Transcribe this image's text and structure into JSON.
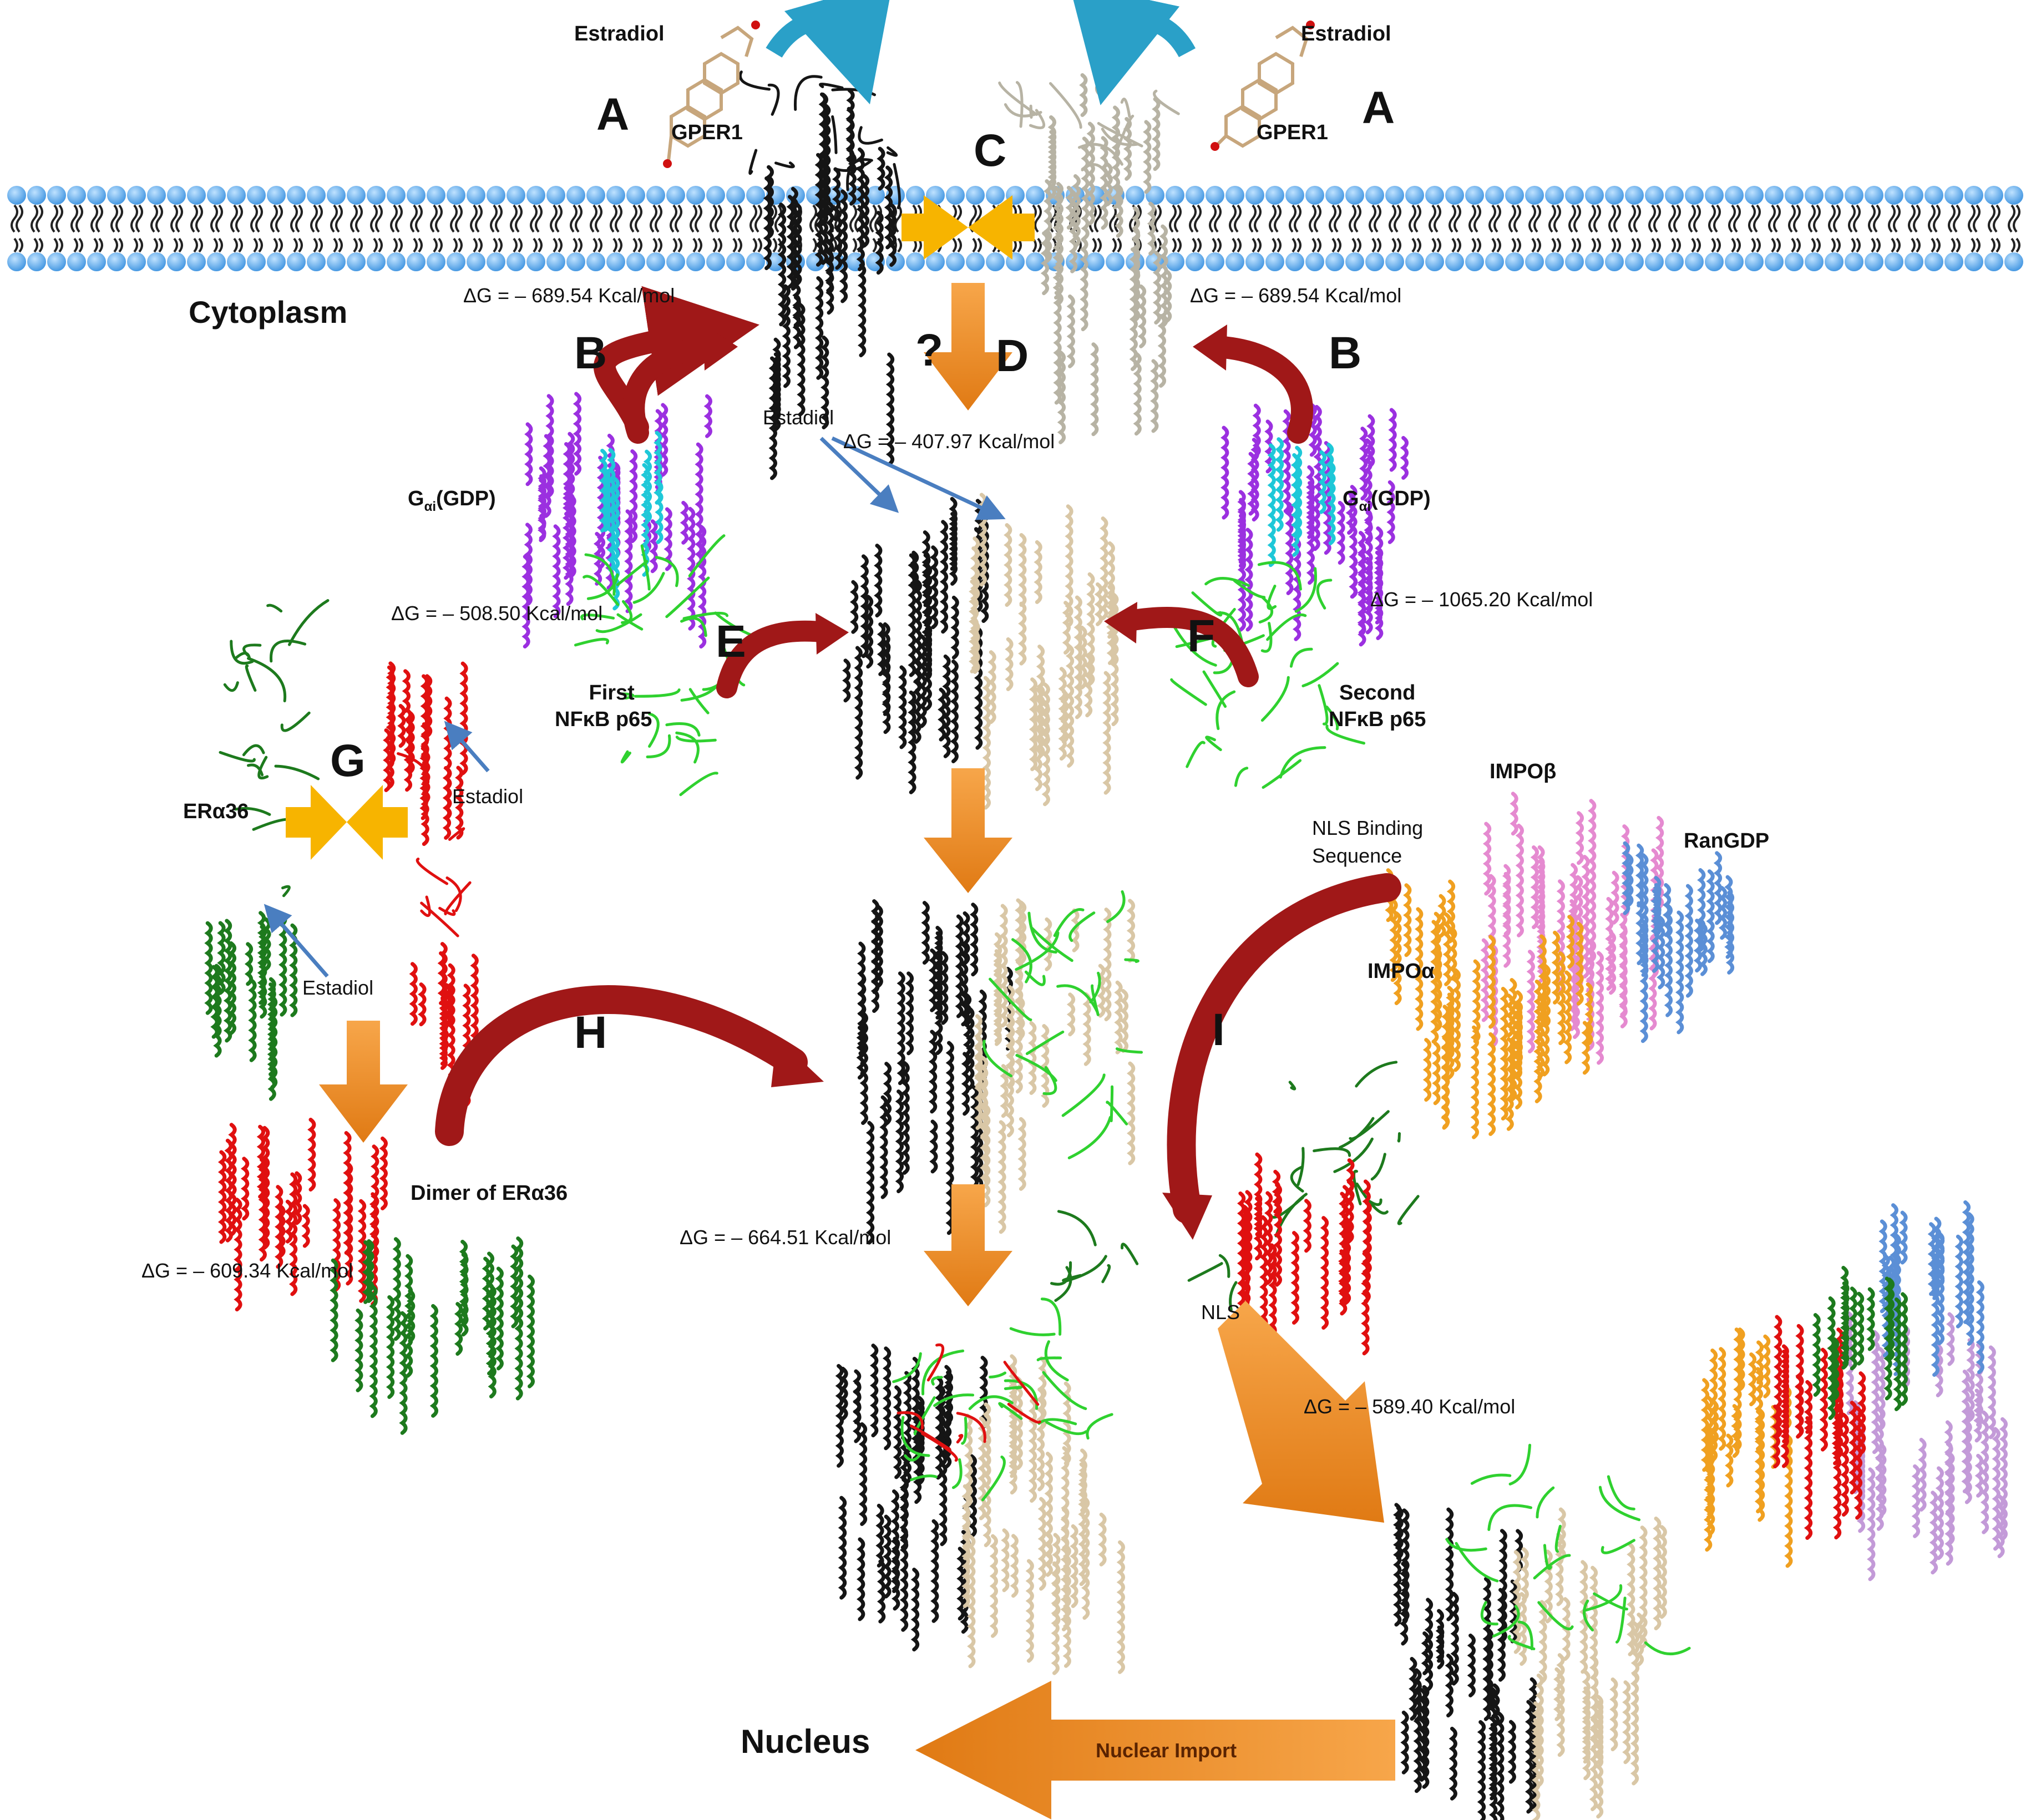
{
  "labels": {
    "A": "A",
    "B": "B",
    "C": "C",
    "D": "D",
    "E": "E",
    "F": "F",
    "G": "G",
    "H": "H",
    "I": "I",
    "question": "?"
  },
  "text": {
    "estradiol": "Estradiol",
    "estadiol": "Estadiol",
    "gper1": "GPER1",
    "cytoplasm": "Cytoplasm",
    "gai_main": "G",
    "gai_sub": "αi",
    "gai_tail": "(GDP)",
    "first_l1": "First",
    "second_l1": "Second",
    "nfkb": "NFκB p65",
    "era36": "ERα36",
    "dimer": "Dimer of ERα36",
    "impob": "IMPOβ",
    "impoa": "IMPOα",
    "rangdp": "RanGDP",
    "nls_bs_1": "NLS Binding",
    "nls_bs_2": "Sequence",
    "nls": "NLS",
    "nucleus": "Nucleus",
    "nuclear_import": "Nuclear Import"
  },
  "energies": {
    "dg_left": "ΔG = – 689.54 Kcal/mol",
    "dg_right": "ΔG = – 689.54 Kcal/mol",
    "dg_dimer": "ΔG = – 407.97 Kcal/mol",
    "dg_first": "ΔG = – 508.50 Kcal/mol",
    "dg_second": "ΔG = – 1065.20 Kcal/mol",
    "dg_era": "ΔG = – 609.34 Kcal/mol",
    "dg_complex": "ΔG = – 664.51 Kcal/mol",
    "dg_import": "ΔG = – 589.40 Kcal/mol"
  },
  "colors": {
    "membrane_head": "#4aa3ee",
    "gper_black": "#151515",
    "gper_grey": "#b7b3a4",
    "tan": "#d9c7a6",
    "green": "#2fd12f",
    "dark_green": "#1d7a1d",
    "red": "#e01010",
    "purple": "#9b30e0",
    "pink": "#e58ad0",
    "orange_protein": "#f0a020",
    "blue_protein": "#5b8fd6",
    "lilac": "#c39ad8",
    "arrow_orange": "#f08a24",
    "arrow_red": "#a01818",
    "arrow_teal": "#2aa0c8",
    "arrow_yellow": "#f7b400",
    "pointer_blue": "#4a7ec0"
  }
}
